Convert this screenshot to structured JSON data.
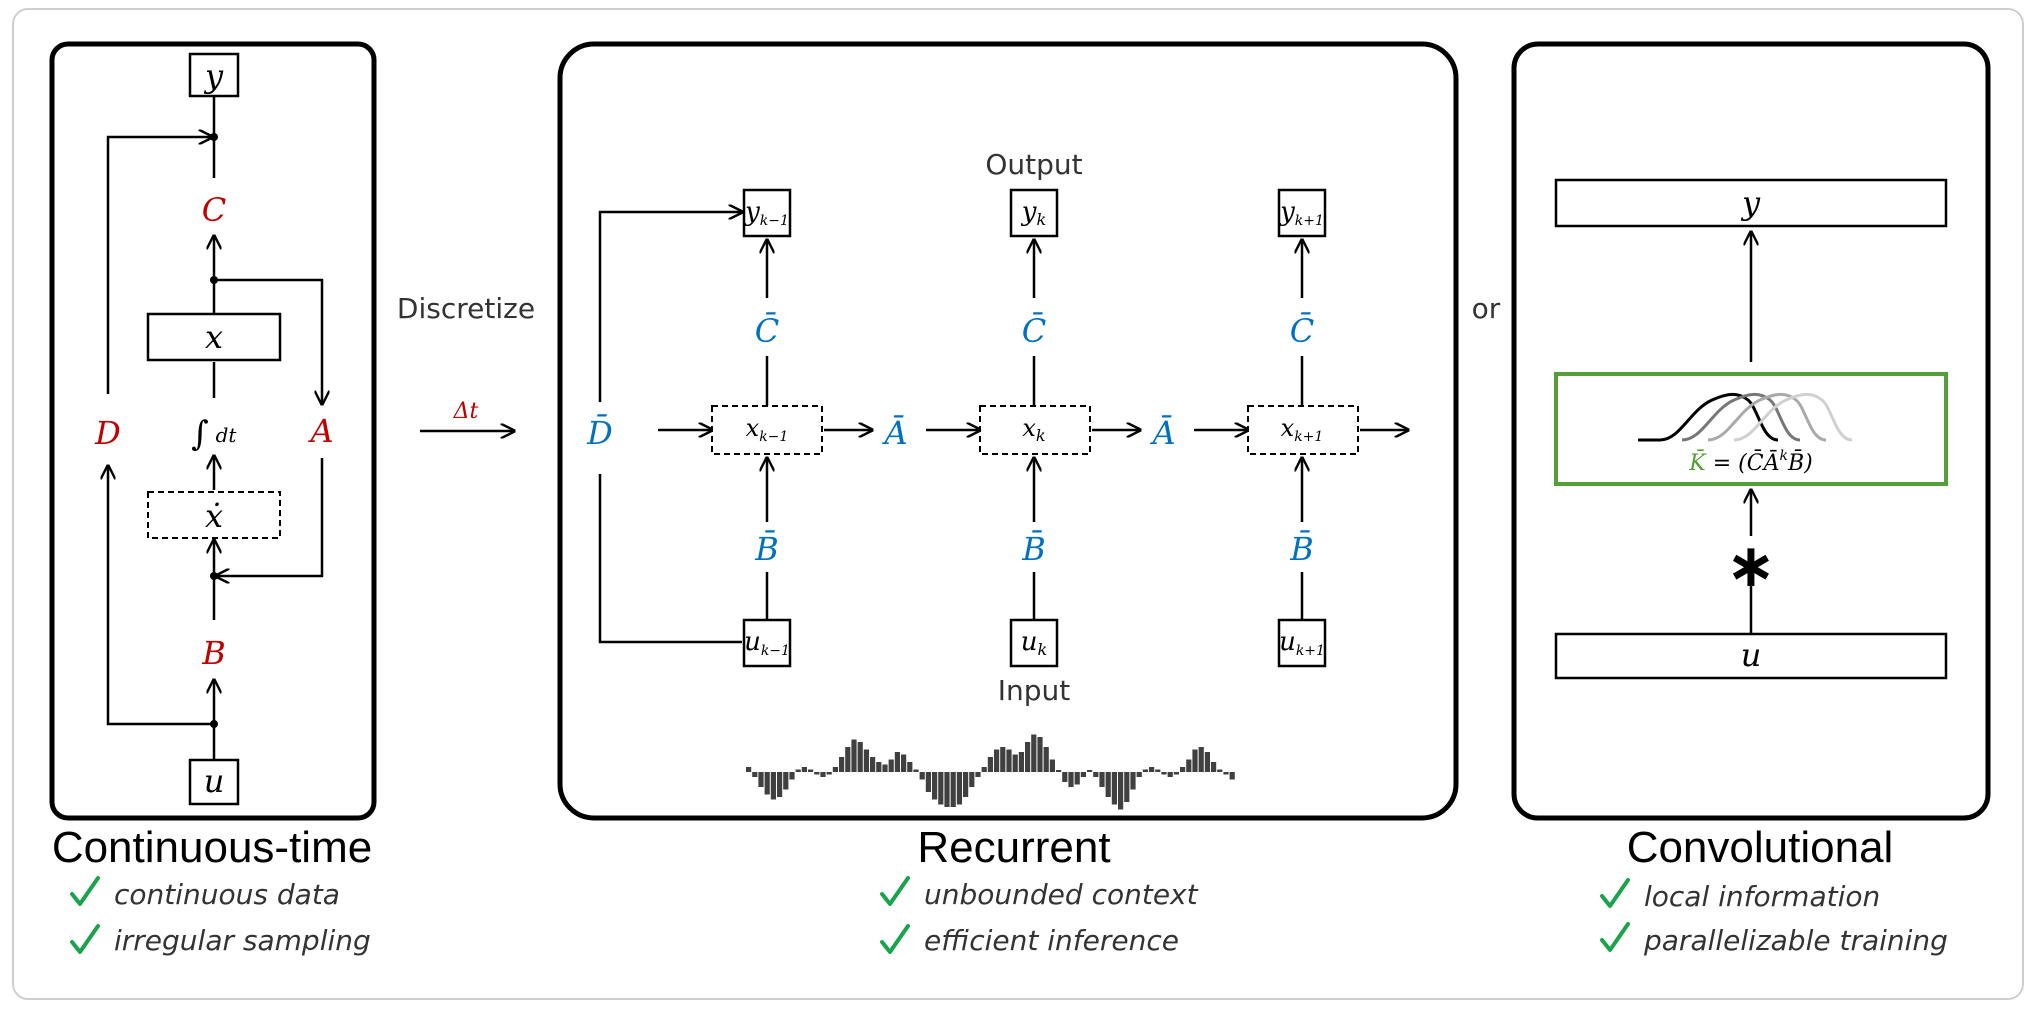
{
  "connector": {
    "discretize": "Discretize",
    "delta": "Δt",
    "or": "or"
  },
  "continuous": {
    "title": "Continuous-time",
    "features": [
      "continuous data",
      "irregular sampling"
    ],
    "labels": {
      "y": "y",
      "C": "C",
      "x": "x",
      "D": "D",
      "integral": "∫",
      "dt": "dt",
      "A": "A",
      "xdot": "ẋ",
      "B": "B",
      "u": "u"
    }
  },
  "recurrent": {
    "title": "Recurrent",
    "features": [
      "unbounded context",
      "efficient inference"
    ],
    "output_label": "Output",
    "input_label": "Input",
    "D_bar": "D̄",
    "A_bar": "Ā",
    "B_bar": "B̄",
    "C_bar": "C̄",
    "y_base": "y",
    "x_base": "x",
    "u_base": "u",
    "subscripts": [
      "k−1",
      "k",
      "k+1"
    ]
  },
  "convolutional": {
    "title": "Convolutional",
    "features": [
      "local information",
      "parallelizable training"
    ],
    "y": "y",
    "u": "u",
    "star": "∗",
    "kernel_K": "K̄",
    "kernel_rest": " = (C̄Ā",
    "kernel_sup": "k",
    "kernel_end": "B̄)"
  },
  "colors": {
    "red": "#c00000",
    "blue": "#0070c0",
    "green": "#549e39",
    "check": "#1aa34a"
  },
  "signal_values": [
    0.1,
    -0.1,
    -0.3,
    -0.45,
    -0.55,
    -0.5,
    -0.35,
    -0.15,
    0.05,
    0.1,
    0.05,
    -0.05,
    -0.1,
    -0.05,
    0.1,
    0.3,
    0.5,
    0.65,
    0.6,
    0.45,
    0.3,
    0.2,
    0.15,
    0.25,
    0.4,
    0.35,
    0.2,
    0.05,
    -0.15,
    -0.4,
    -0.55,
    -0.65,
    -0.7,
    -0.7,
    -0.65,
    -0.5,
    -0.3,
    -0.1,
    0.1,
    0.3,
    0.45,
    0.5,
    0.45,
    0.35,
    0.4,
    0.6,
    0.75,
    0.7,
    0.5,
    0.25,
    0.0,
    -0.2,
    -0.3,
    -0.25,
    -0.1,
    0.0,
    -0.1,
    -0.3,
    -0.5,
    -0.65,
    -0.75,
    -0.6,
    -0.35,
    -0.1,
    0.05,
    0.1,
    0.05,
    -0.05,
    -0.1,
    -0.05,
    0.1,
    0.25,
    0.45,
    0.5,
    0.4,
    0.2,
    0.05,
    -0.05,
    -0.15
  ]
}
